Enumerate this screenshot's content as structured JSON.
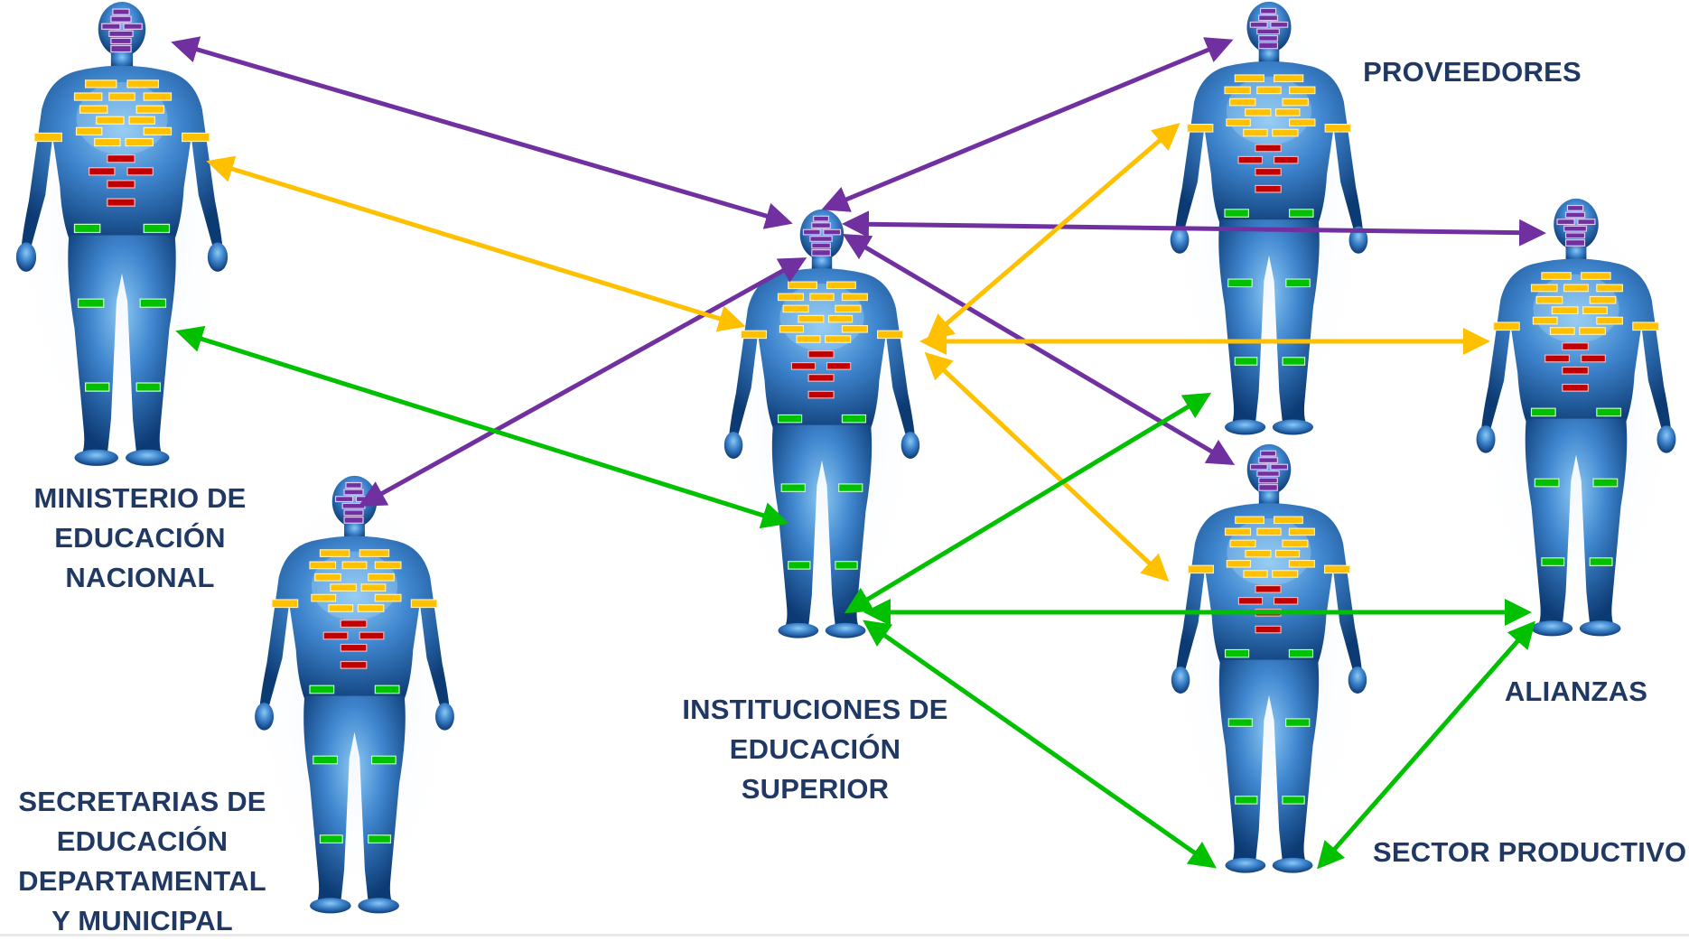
{
  "labels": {
    "ministerio": [
      "MINISTERIO DE",
      "EDUCACIÓN",
      "NACIONAL"
    ],
    "secretarias": [
      "SECRETARIAS DE",
      "EDUCACIÓN",
      "DEPARTAMENTAL",
      "Y MUNICIPAL"
    ],
    "instituciones": [
      "INSTITUCIONES DE",
      "EDUCACIÓN",
      "SUPERIOR"
    ],
    "proveedores": "PROVEEDORES",
    "alianzas": "ALIANZAS",
    "sector_productivo": "SECTOR PRODUCTIVO"
  },
  "colors": {
    "purple": "#7030a0",
    "yellow": "#ffc000",
    "green": "#00c000",
    "red": "#c00000",
    "body_light": "#6fb0e6",
    "body_dark": "#0d3f7a",
    "label": "#1f3864"
  }
}
